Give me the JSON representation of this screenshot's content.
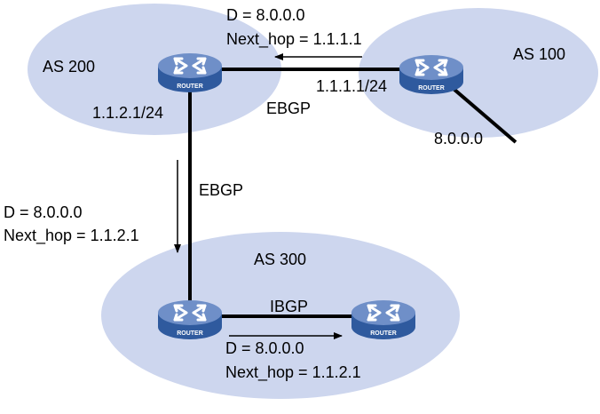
{
  "colors": {
    "as_cloud": "#cdd6ee",
    "router_body": "#2f5a9e",
    "router_top": "#6f8fc8",
    "router_label": "#ffffff",
    "link": "#000000",
    "arrow": "#000000"
  },
  "icons": {
    "router": "router-icon"
  },
  "router_label": "ROUTER",
  "as_names": {
    "as200": "AS 200",
    "as100": "AS 100",
    "as300": "AS 300"
  },
  "labels": {
    "ebgp_top": "EBGP",
    "ebgp_vertical": "EBGP",
    "ibgp": "IBGP",
    "ip_as100_router": "1.1.1.1/24",
    "ip_as200_router": "1.1.2.1/24",
    "network_as100": "8.0.0.0"
  },
  "route_updates": {
    "top": {
      "d": "D = 8.0.0.0",
      "next_hop": "Next_hop = 1.1.1.1"
    },
    "left": {
      "d": "D = 8.0.0.0",
      "next_hop": "Next_hop = 1.1.2.1"
    },
    "bottom": {
      "d": "D = 8.0.0.0",
      "next_hop": "Next_hop = 1.1.2.1"
    }
  }
}
